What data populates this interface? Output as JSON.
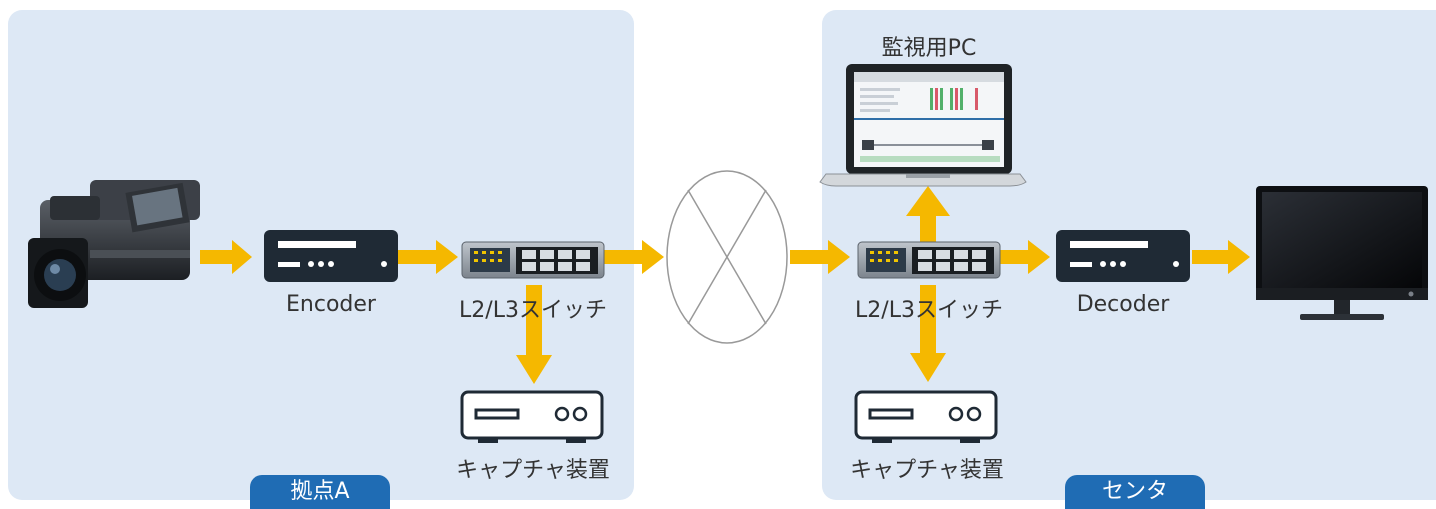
{
  "sites": {
    "left": {
      "name": "拠点A"
    },
    "right": {
      "name": "センタ"
    }
  },
  "labels": {
    "encoder": "Encoder",
    "switch_left": "L2/L3スイッチ",
    "capture_left": "キャプチャ装置",
    "switch_right": "L2/L3スイッチ",
    "capture_right": "キャプチャ装置",
    "decoder": "Decoder",
    "monitor_pc": "監視用PC"
  },
  "colors": {
    "panel": "#dde8f5",
    "badge": "#1f6cb4",
    "arrow": "#f5b800",
    "device": "#1f2a35"
  },
  "icons": {
    "camera": "video-camera-icon",
    "encoder": "encoder-box-icon",
    "switch": "network-switch-icon",
    "capture": "capture-device-icon",
    "network": "network-cloud-icon",
    "laptop": "laptop-icon",
    "decoder": "decoder-box-icon",
    "monitor": "monitor-icon"
  }
}
